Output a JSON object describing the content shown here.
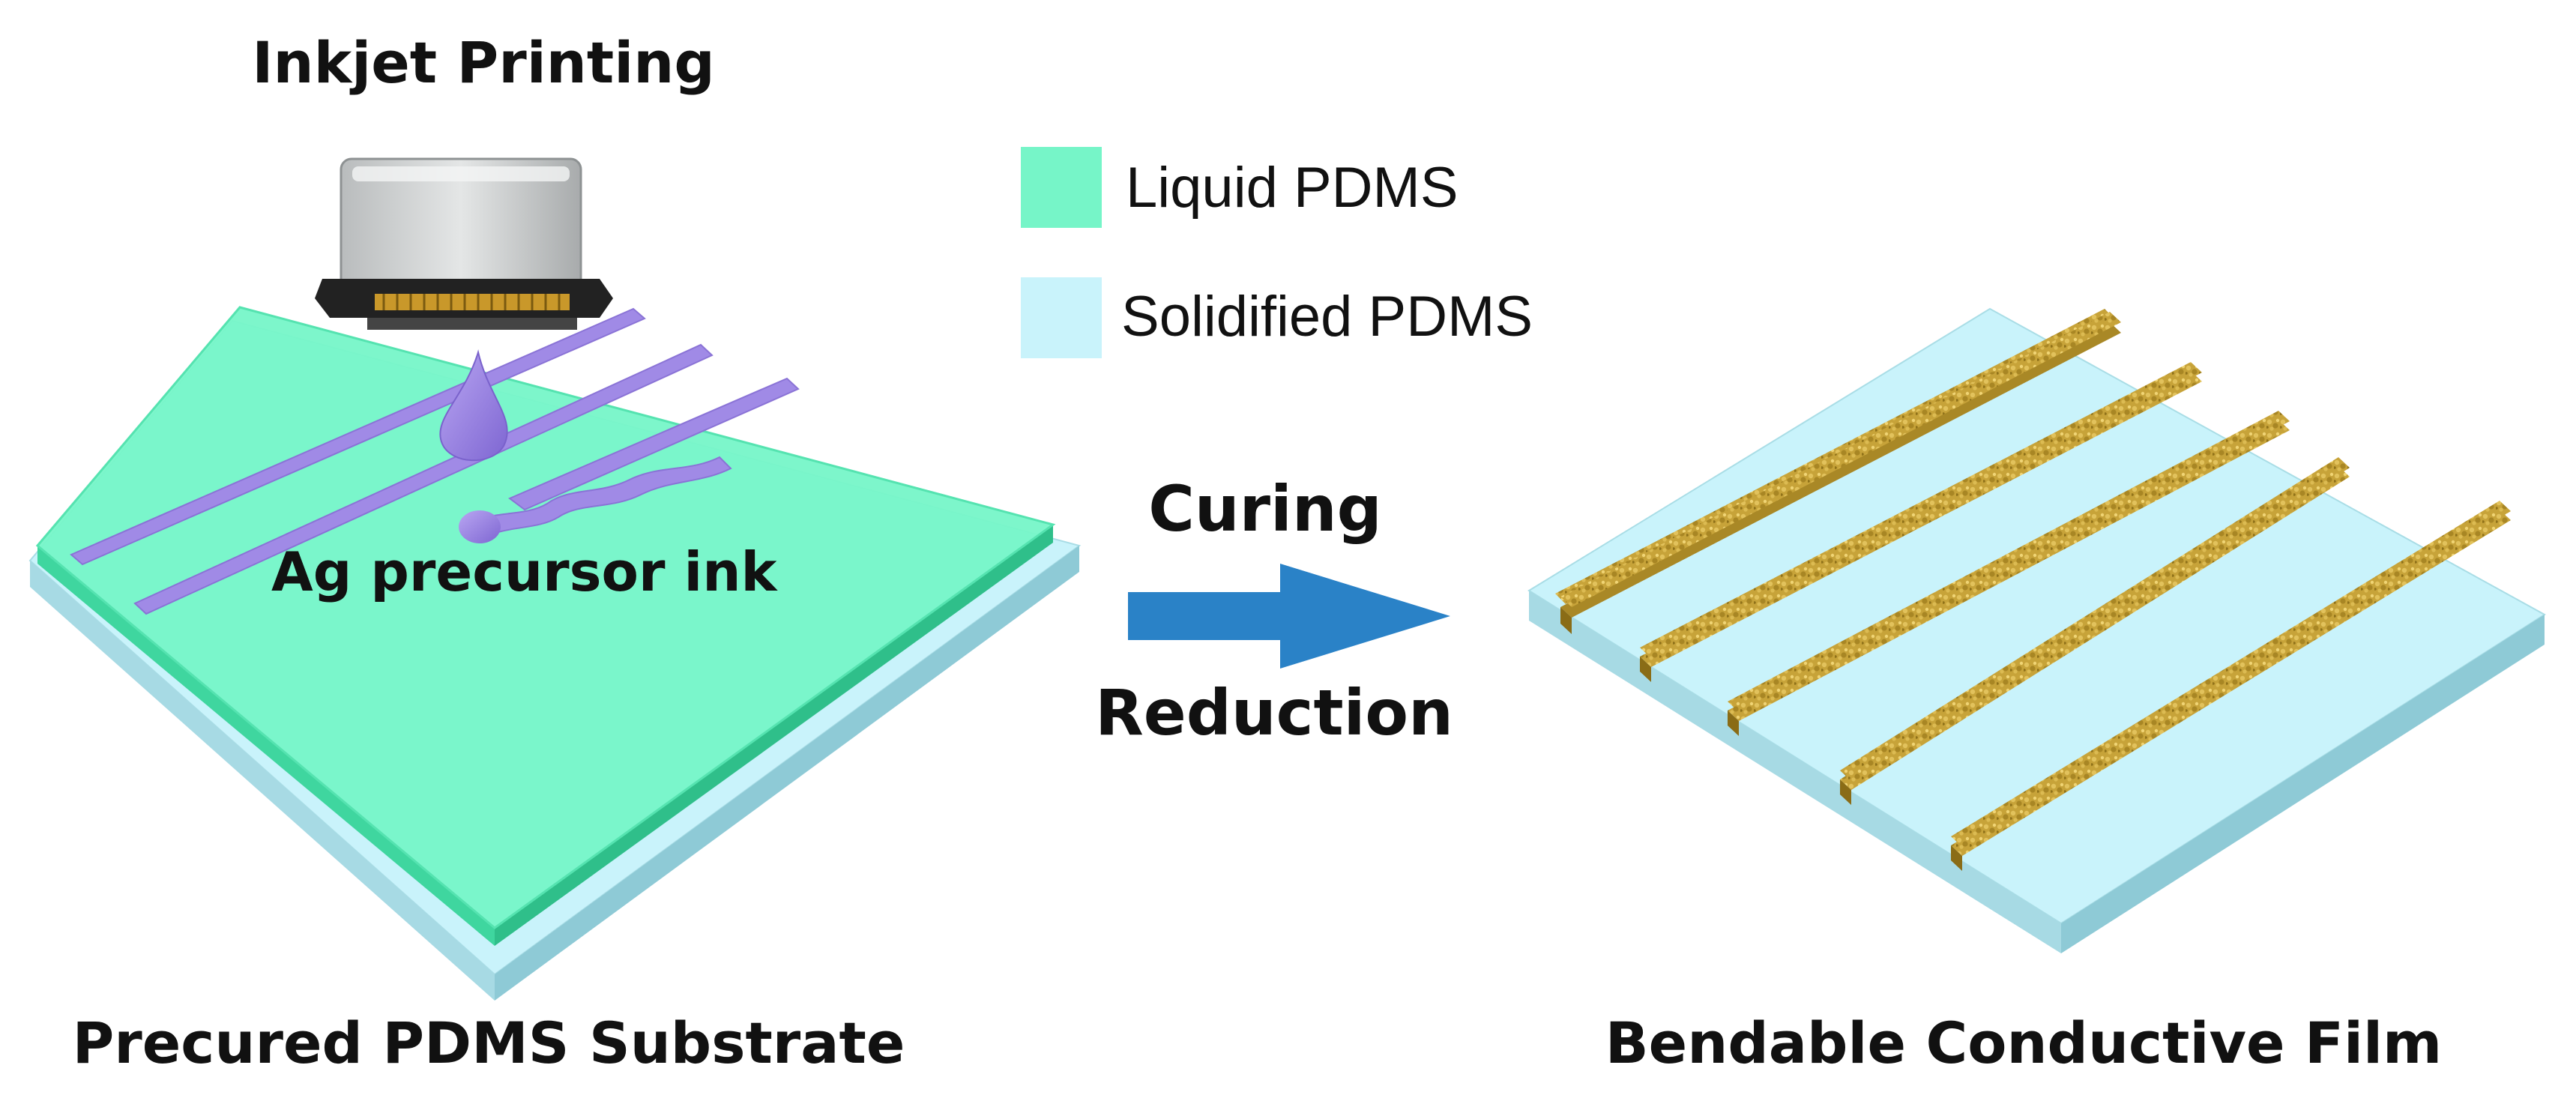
{
  "titles": {
    "top": "Inkjet Printing",
    "left_bottom": "Precured PDMS Substrate",
    "right_bottom": "Bendable Conductive Film"
  },
  "labels": {
    "ink": "Ag precursor ink",
    "step_above": "Curing",
    "step_below": "Reduction"
  },
  "legend": [
    {
      "label": "Liquid PDMS",
      "color": "#76f5c8"
    },
    {
      "label": "Solidified PDMS",
      "color": "#c9f3fb"
    }
  ],
  "colors": {
    "liquid_pdms": "#76f5c8",
    "solidified_pdms": "#c9f3fb",
    "ink": "#a08ae6",
    "arrow": "#2a82c7",
    "silver_track": "#c9a53a"
  },
  "left_panel": {
    "printed_lines": 3
  },
  "right_panel": {
    "conductive_tracks": 5
  }
}
